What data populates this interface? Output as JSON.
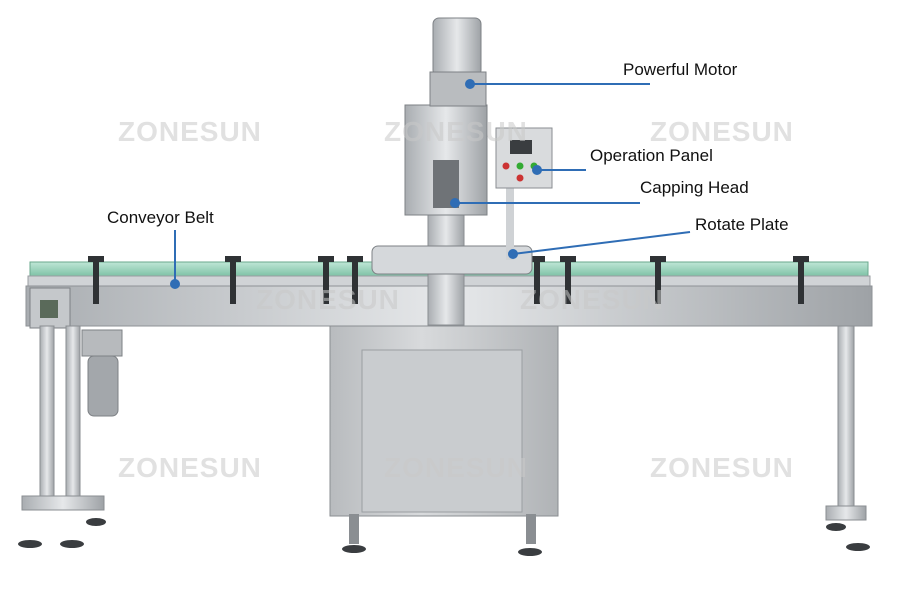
{
  "watermark": "ZONESUN",
  "labels": {
    "powerful_motor": "Powerful Motor",
    "operation_panel": "Operation Panel",
    "capping_head": "Capping Head",
    "rotate_plate": "Rotate Plate",
    "conveyor_belt": "Conveyor Belt"
  },
  "colors": {
    "callout_line": "#2f6db5",
    "callout_dot": "#2f6db5",
    "steel": "#c8cbce",
    "belt_green": "#9fd8c0"
  }
}
